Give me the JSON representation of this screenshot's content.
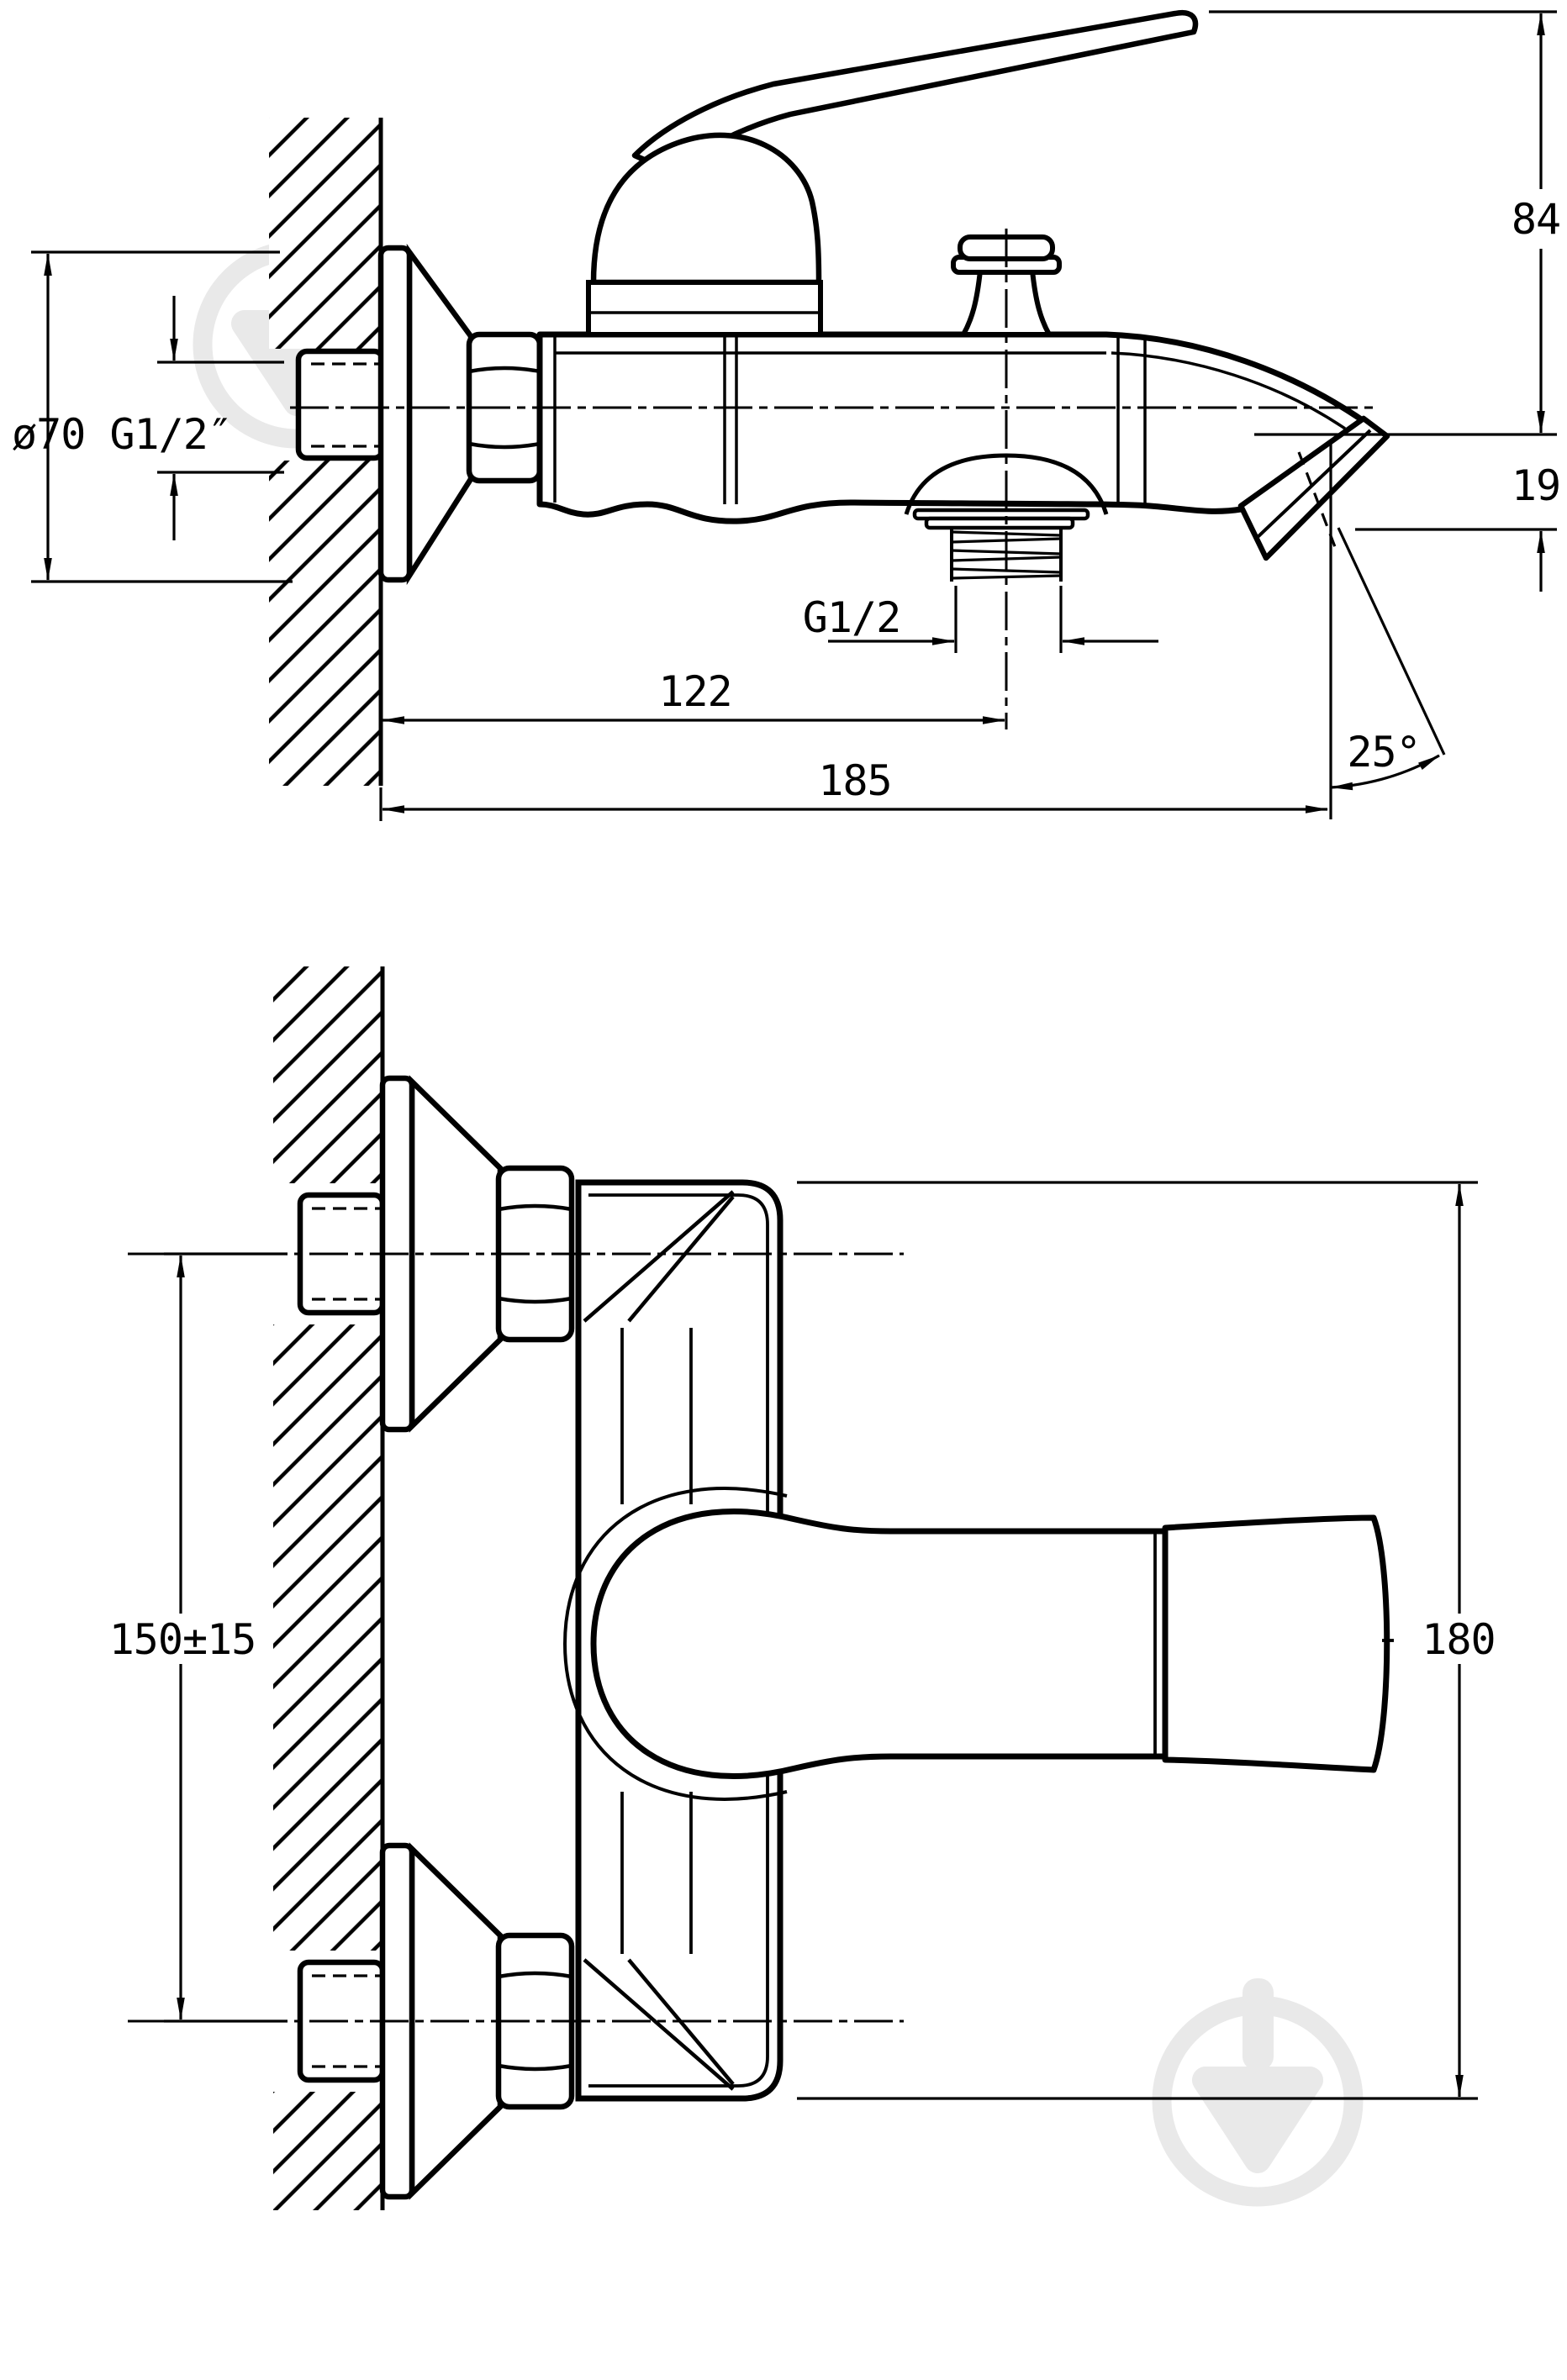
{
  "document": {
    "kind": "technical dimensional drawing",
    "subject": "wall-mounted bath mixer tap, two orthographic views",
    "colors": {
      "line": "#000000",
      "background": "#ffffff",
      "watermark": "#e9e9e9"
    }
  },
  "side_view": {
    "name": "side elevation (top drawing)",
    "labels": {
      "escutcheon_and_thread": "ø70 G1/2″",
      "height_to_lever_tip": "84",
      "spout_drop": "19",
      "shower_outlet_thread": "G1/2",
      "wall_to_shower_outlet": "122",
      "wall_to_spout_tip": "185",
      "spout_angle": "25°"
    }
  },
  "front_view": {
    "name": "front elevation (bottom drawing)",
    "labels": {
      "connection_centers": "150±15",
      "body_height": "180"
    }
  }
}
